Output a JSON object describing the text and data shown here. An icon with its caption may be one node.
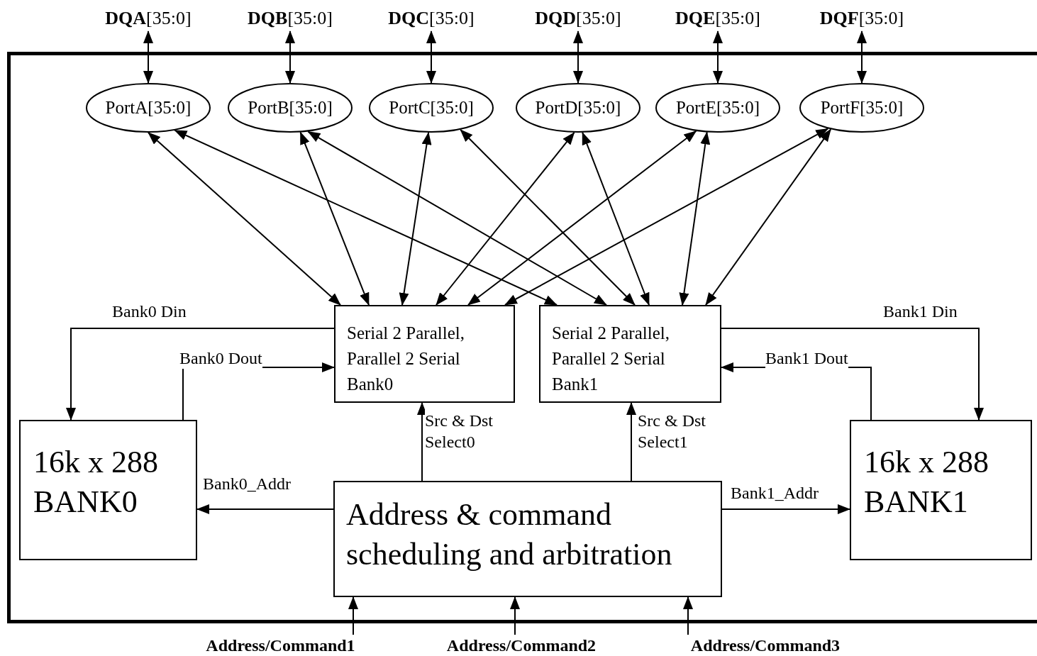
{
  "diagram": {
    "nodes": [
      {
        "text": [
          "**DQA**[35:0]"
        ]
      },
      {
        "text": [
          "**DQB**[35:0]"
        ]
      },
      {
        "text": [
          "**DQC**[35:0]"
        ]
      },
      {
        "text": [
          "**DQD**[35:0]"
        ]
      },
      {
        "text": [
          "**DQE**[35:0]"
        ]
      },
      {
        "text": [
          "**DQF**[35:0]"
        ]
      },
      {
        "text": [
          "PortA[35:0]"
        ]
      },
      {
        "text": [
          "PortB[35:0]"
        ]
      },
      {
        "text": [
          "PortC[35:0]"
        ]
      },
      {
        "text": [
          "PortD[35:0]"
        ]
      },
      {
        "text": [
          "PortE[35:0]"
        ]
      },
      {
        "text": [
          "PortF[35:0]"
        ]
      },
      {
        "text": [
          "Serial 2 Parallel, Parallel 2 Serial Bank0"
        ]
      },
      {
        "text": [
          "Serial 2 Parallel, Parallel 2 Serial Bank1"
        ]
      },
      {
        "text": [
          "16k x 288 BANK0"
        ]
      },
      {
        "text": [
          "16k x 288 BANK1"
        ]
      },
      {
        "text": [
          "Address & command scheduling and arbitration"
        ]
      },
      {
        "text": [
          "Address/Command1"
        ]
      },
      {
        "text": [
          "Address/Command2"
        ]
      },
      {
        "text": [
          "Address/Command3"
        ]
      }
    ],
    "edges": [
      {
        "from": 0,
        "to": 6,
        "arrow": "both"
      },
      {
        "from": 1,
        "to": 7,
        "arrow": "both"
      },
      {
        "from": 2,
        "to": 8,
        "arrow": "both"
      },
      {
        "from": 3,
        "to": 9,
        "arrow": "both"
      },
      {
        "from": 4,
        "to": 10,
        "arrow": "both"
      },
      {
        "from": 5,
        "to": 11,
        "arrow": "both"
      },
      {
        "from": 6,
        "to": 12,
        "arrow": "both"
      },
      {
        "from": 6,
        "to": 13,
        "arrow": "both"
      },
      {
        "from": 7,
        "to": 12,
        "arrow": "both"
      },
      {
        "from": 7,
        "to": 13,
        "arrow": "both"
      },
      {
        "from": 8,
        "to": 12,
        "arrow": "both"
      },
      {
        "from": 8,
        "to": 13,
        "arrow": "both"
      },
      {
        "from": 9,
        "to": 12,
        "arrow": "both"
      },
      {
        "from": 9,
        "to": 13,
        "arrow": "both"
      },
      {
        "from": 10,
        "to": 12,
        "arrow": "both"
      },
      {
        "from": 10,
        "to": 13,
        "arrow": "both"
      },
      {
        "from": 11,
        "to": 12,
        "arrow": "both"
      },
      {
        "from": 11,
        "to": 13,
        "arrow": "both"
      },
      {
        "from": 12,
        "to": 14,
        "arrow": "to",
        "label": "Bank0 Din"
      },
      {
        "from": 14,
        "to": 12,
        "arrow": "to",
        "label": "Bank0 Dout"
      },
      {
        "from": 13,
        "to": 15,
        "arrow": "to",
        "label": "Bank1 Din"
      },
      {
        "from": 15,
        "to": 13,
        "arrow": "to",
        "label": "Bank1 Dout"
      },
      {
        "from": 16,
        "to": 12,
        "arrow": "to",
        "label": "Src & Dst Select0"
      },
      {
        "from": 16,
        "to": 13,
        "arrow": "to",
        "label": "Src & Dst Select1"
      },
      {
        "from": 16,
        "to": 14,
        "arrow": "to",
        "label": "Bank0_Addr"
      },
      {
        "from": 16,
        "to": 15,
        "arrow": "to",
        "label": "Bank1_Addr"
      },
      {
        "from": 17,
        "to": 16,
        "arrow": "to"
      },
      {
        "from": 18,
        "to": 16,
        "arrow": "to"
      },
      {
        "from": 19,
        "to": 16,
        "arrow": "to"
      }
    ]
  }
}
